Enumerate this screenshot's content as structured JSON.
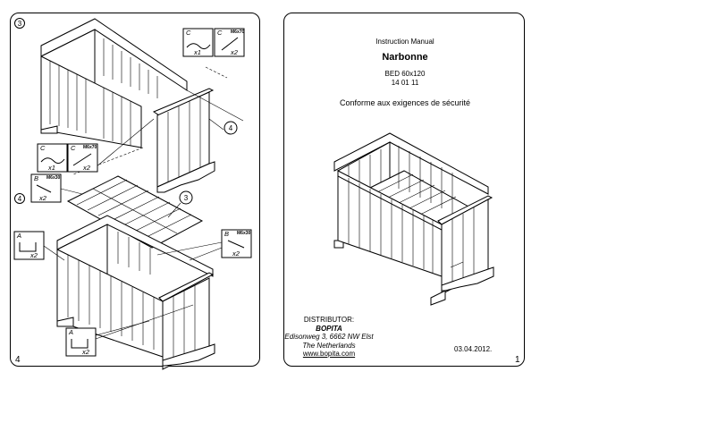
{
  "left_page": {
    "step_numbers": [
      "3",
      "4"
    ],
    "page_number": "4",
    "callouts": [
      "4",
      "3"
    ],
    "parts": [
      {
        "letter": "C",
        "qty": "x1"
      },
      {
        "letter": "C",
        "badge": "M6x70",
        "qty": "x2"
      },
      {
        "letter": "C",
        "qty": "x1"
      },
      {
        "letter": "C",
        "badge": "M6x70",
        "qty": "x2"
      },
      {
        "letter": "B",
        "badge": "M6x30",
        "qty": "x2"
      },
      {
        "letter": "B",
        "badge": "M6x30",
        "qty": "x2"
      },
      {
        "letter": "A",
        "qty": "x2"
      },
      {
        "letter": "A",
        "qty": "x2"
      }
    ]
  },
  "right_page": {
    "header": "Instruction Manual",
    "title": "Narbonne",
    "model": "BED 60x120",
    "code": "14 01 11",
    "conformity": "Conforme aux exigences de sécurité",
    "distributor": {
      "label": "DISTRIBUTOR:",
      "company": "BOPITA",
      "address": "Edisonweg 3,  6662 NW Elst",
      "country": "The Netherlands",
      "website": "www.bopita.com"
    },
    "date": "03.04.2012.",
    "page_number": "1"
  }
}
